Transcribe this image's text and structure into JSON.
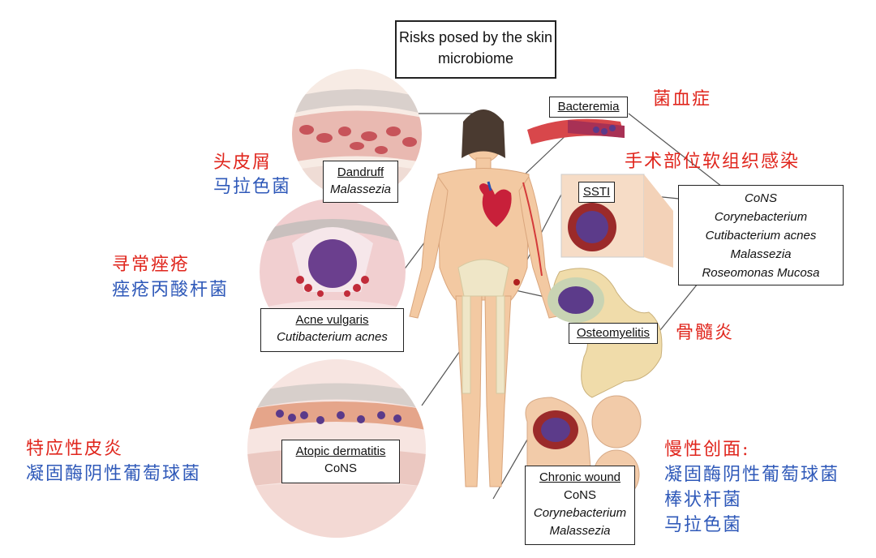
{
  "title": "Risks posed by the skin microbiome",
  "boxes": {
    "dandruff": {
      "label": "Dandruff",
      "organism": "Malassezia"
    },
    "acne": {
      "label": "Acne vulgaris",
      "organism": "Cutibacterium acnes"
    },
    "atopic": {
      "label": "Atopic dermatitis",
      "organism": "CoNS"
    },
    "bacteremia": {
      "label": "Bacteremia"
    },
    "ssti": {
      "label": "SSTI"
    },
    "osteomyelitis": {
      "label": "Osteomyelitis"
    },
    "organisms": [
      "CoNS",
      "Corynebacterium",
      "Cutibacterium acnes",
      "Malassezia",
      "Roseomonas Mucosa"
    ],
    "chronic": {
      "label": "Chronic wound",
      "organisms": [
        "CoNS",
        "Corynebacterium",
        "Malassezia"
      ]
    }
  },
  "chinese": {
    "dandruff": {
      "disease": "头皮屑",
      "organism": "马拉色菌"
    },
    "acne": {
      "disease": "寻常痤疮",
      "organism": "痤疮丙酸杆菌"
    },
    "atopic": {
      "disease": "特应性皮炎",
      "organism": "凝固酶阴性葡萄球菌"
    },
    "bacteremia": "菌血症",
    "ssti": "手术部位软组织感染",
    "osteomyelitis": "骨髓炎",
    "chronic": {
      "disease": "慢性创面:",
      "organisms": [
        "凝固酶阴性葡萄球菌",
        "棒状杆菌",
        "马拉色菌"
      ]
    }
  },
  "colors": {
    "red": "#e0261d",
    "blue": "#2f59b9",
    "skin": "#f3c9a2"
  }
}
